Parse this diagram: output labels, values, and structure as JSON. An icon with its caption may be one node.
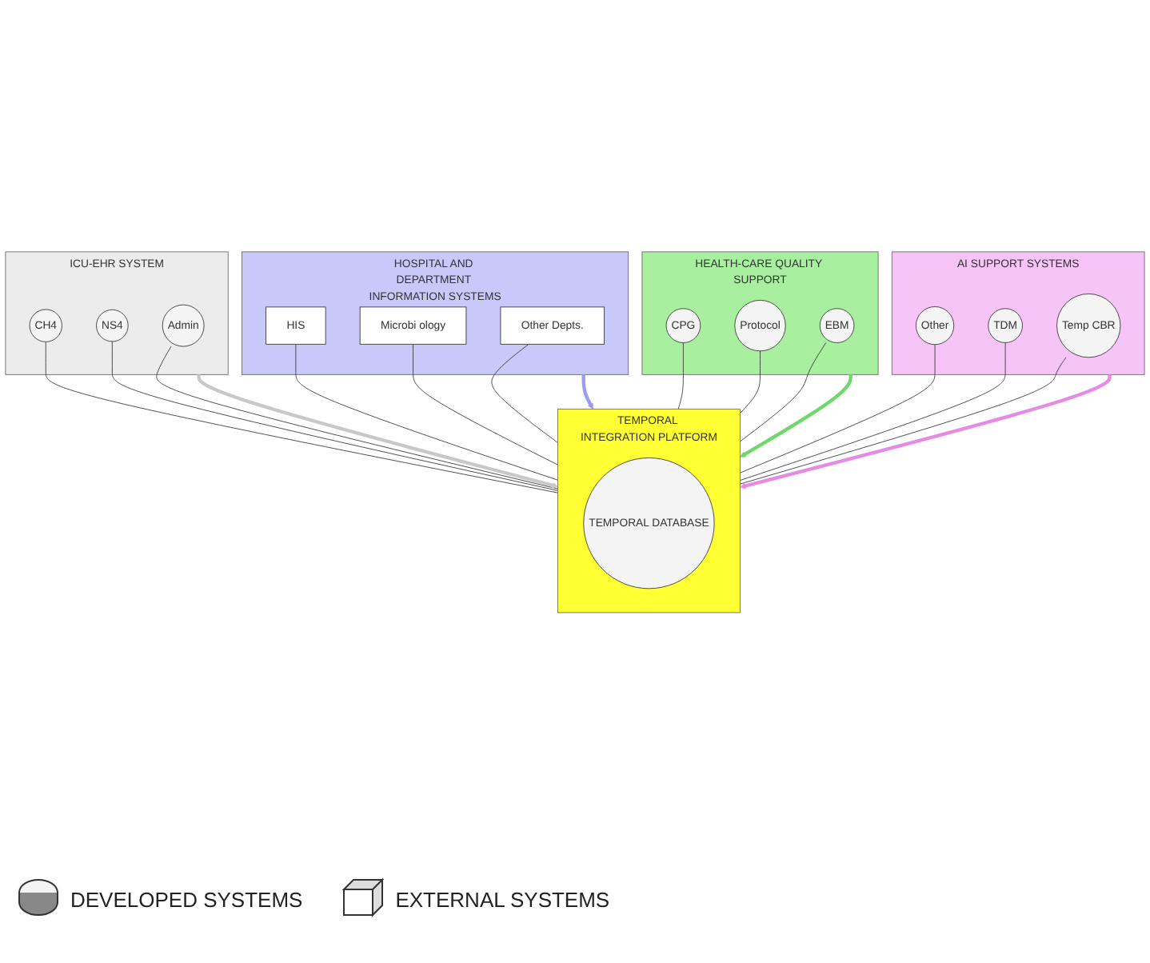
{
  "diagram": {
    "nodes": [
      {
        "text": [
          "ICU-EHR SYSTEM"
        ]
      },
      {
        "text": [
          "CH4"
        ],
        "in": 0
      },
      {
        "text": [
          "NS4"
        ],
        "in": 0
      },
      {
        "text": [
          "Admin"
        ],
        "in": 0
      },
      {
        "text": [
          "HOSPITAL AND DEPARTMENT INFORMATION SYSTEMS"
        ]
      },
      {
        "text": [
          "HIS"
        ],
        "in": 4
      },
      {
        "text": [
          "Microbi ology"
        ],
        "in": 4
      },
      {
        "text": [
          "Other Depts."
        ],
        "in": 4
      },
      {
        "text": [
          "HEALTH-CARE QUALITY SUPPORT"
        ]
      },
      {
        "text": [
          "CPG"
        ],
        "in": 8
      },
      {
        "text": [
          "Protocol"
        ],
        "in": 8
      },
      {
        "text": [
          "EBM"
        ],
        "in": 8
      },
      {
        "text": [
          "AI SUPPORT SYSTEMS"
        ]
      },
      {
        "text": [
          "Other"
        ],
        "in": 12
      },
      {
        "text": [
          "TDM"
        ],
        "in": 12
      },
      {
        "text": [
          "Temp CBR"
        ],
        "in": 12
      },
      {
        "text": [
          "TEMPORAL INTEGRATION PLATFORM"
        ]
      },
      {
        "text": [
          "TEMPORAL DATABASE"
        ],
        "in": 16
      }
    ],
    "edges": [
      {
        "from": 1,
        "to": 16,
        "arrow": "none"
      },
      {
        "from": 2,
        "to": 16,
        "arrow": "none"
      },
      {
        "from": 3,
        "to": 16,
        "arrow": "none"
      },
      {
        "from": 5,
        "to": 16,
        "arrow": "none"
      },
      {
        "from": 6,
        "to": 16,
        "arrow": "none"
      },
      {
        "from": 7,
        "to": 16,
        "arrow": "none"
      },
      {
        "from": 9,
        "to": 16,
        "arrow": "none"
      },
      {
        "from": 10,
        "to": 16,
        "arrow": "none"
      },
      {
        "from": 11,
        "to": 16,
        "arrow": "none"
      },
      {
        "from": 13,
        "to": 16,
        "arrow": "none"
      },
      {
        "from": 14,
        "to": 16,
        "arrow": "none"
      },
      {
        "from": 15,
        "to": 16,
        "arrow": "none"
      },
      {
        "from": 0,
        "to": 16,
        "arrow": "to",
        "style": "thick",
        "color": "#c8c8c8"
      },
      {
        "from": 4,
        "to": 16,
        "arrow": "to",
        "style": "thick",
        "color": "#9b9bf0"
      },
      {
        "from": 8,
        "to": 16,
        "arrow": "to",
        "style": "thick",
        "color": "#6fd86a"
      },
      {
        "from": 12,
        "to": 16,
        "arrow": "to",
        "style": "thick",
        "color": "#e58ae5"
      }
    ],
    "legend": [
      {
        "text": "DEVELOPED SYSTEMS"
      },
      {
        "text": "EXTERNAL SYSTEMS"
      }
    ]
  }
}
